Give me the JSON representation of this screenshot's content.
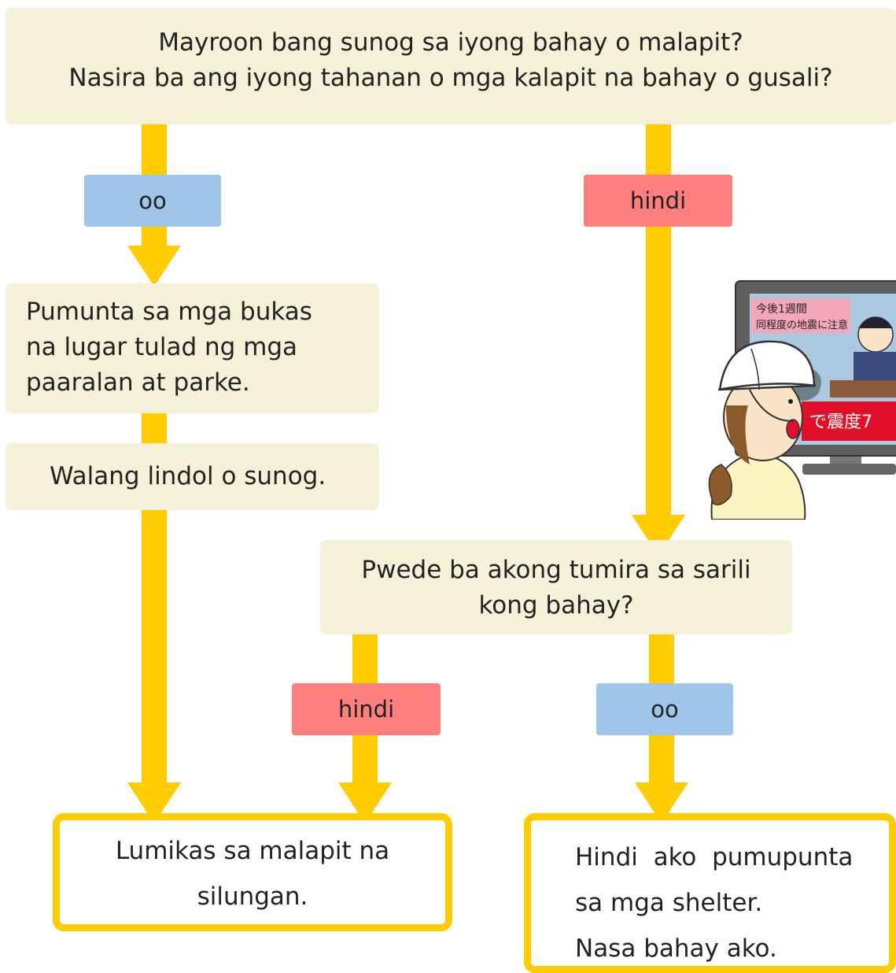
{
  "question1": {
    "line1": "Mayroon bang sunog sa iyong bahay o malapit?",
    "line2": "Nasira ba ang iyong tahanan o mga kalapit na bahay o gusali?"
  },
  "branch1": {
    "yes_label": "oo",
    "no_label": "hindi"
  },
  "open_area_box": {
    "line1": "Pumunta sa mga bukas",
    "line2": "na lugar tulad ng mga",
    "line3": "paaralan at parke."
  },
  "no_quake_box": {
    "text": "Walang lindol o sunog."
  },
  "question2": {
    "line1": "Pwede ba akong tumira sa sarili",
    "line2": "kong bahay?"
  },
  "branch2": {
    "no_label": "hindi",
    "yes_label": "oo"
  },
  "outcome_evacuate": {
    "line1": "Lumikas sa malapit na",
    "line2": "silungan."
  },
  "outcome_stay": {
    "line1": "Hindi  ako  pumupunta",
    "line2": "sa mga shelter.",
    "line3": "Nasa bahay ako."
  },
  "illustration": {
    "tv_text_line1": "今後1週間",
    "tv_text_line2": "同程度の地震に注意",
    "tv_banner": "で震度7"
  },
  "colors": {
    "arrow": "#ffcc00",
    "box_bg": "#f5f0d8",
    "yes_label_bg": "#9fc5e8",
    "no_label_bg": "#ff7f7f"
  }
}
